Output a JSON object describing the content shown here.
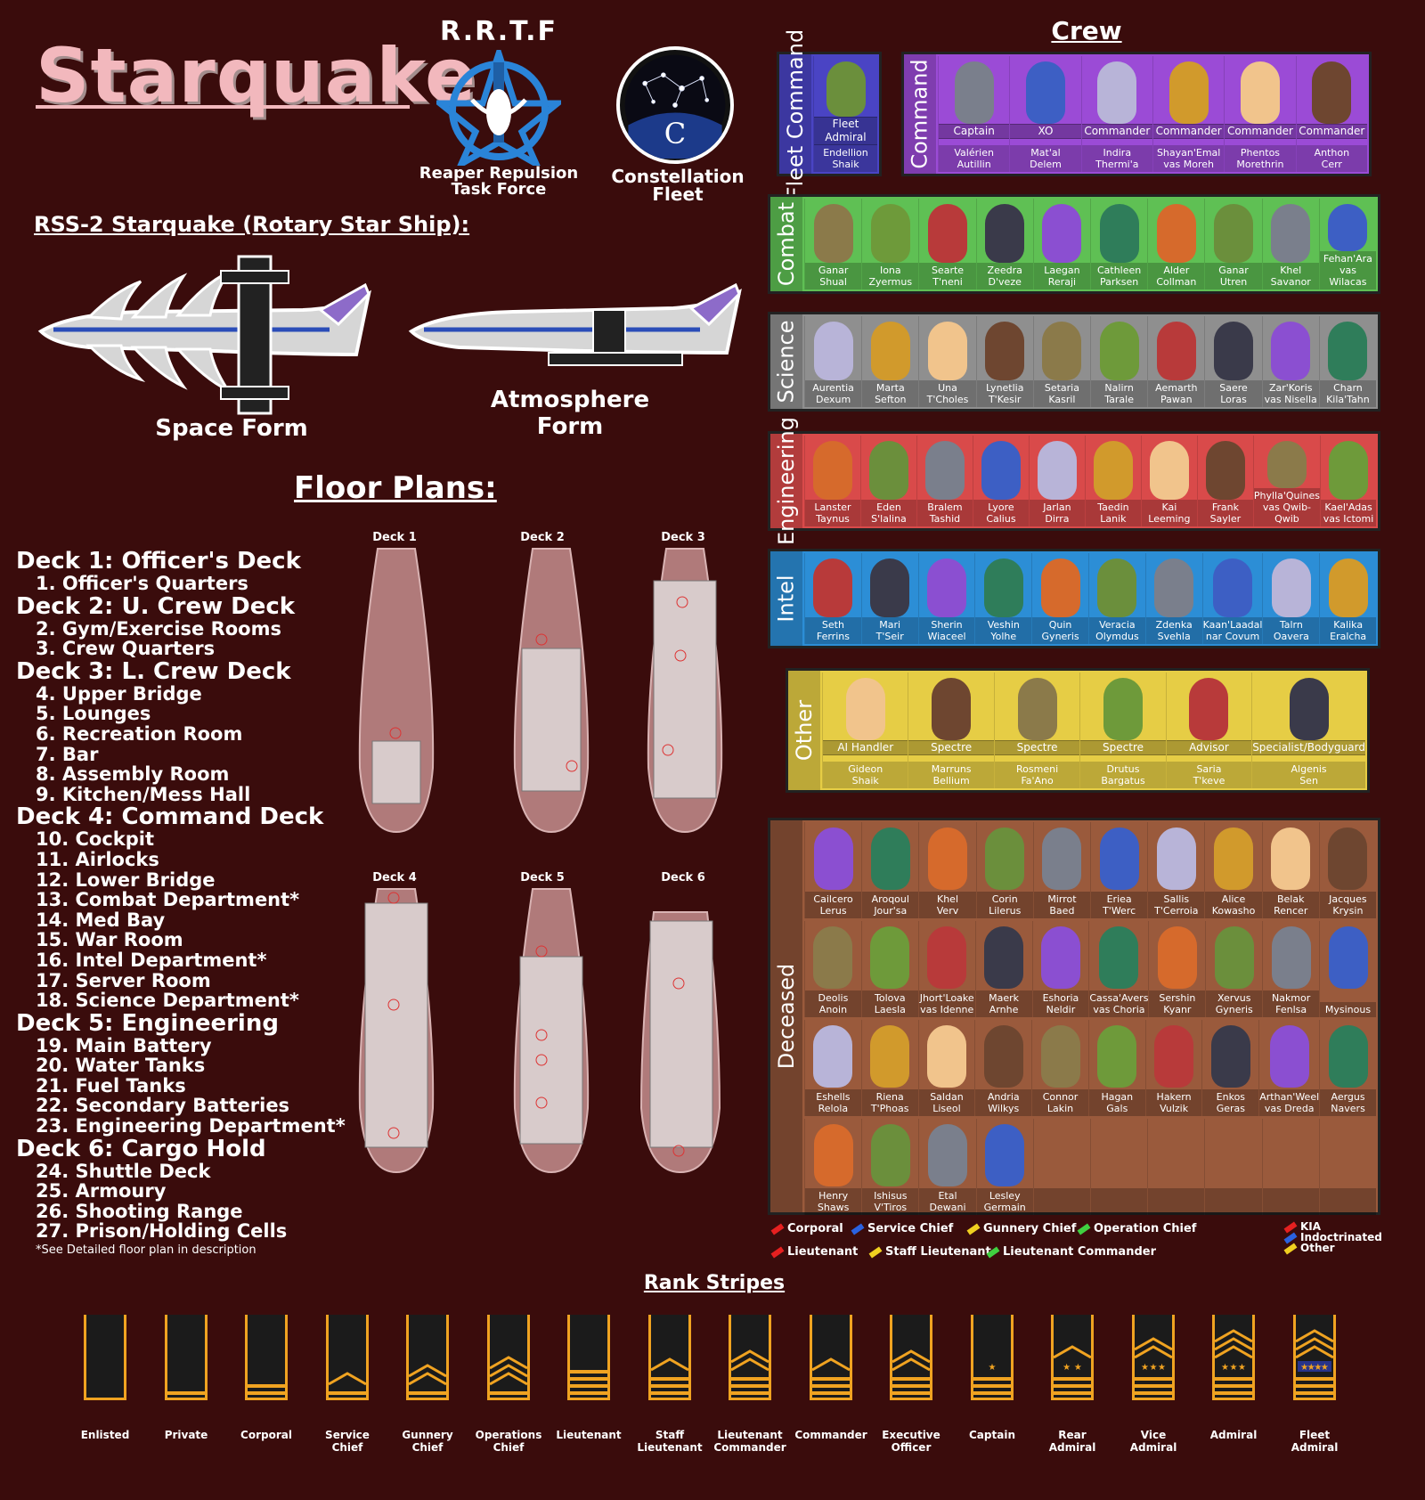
{
  "title": "Starquake",
  "rrtf": {
    "abbr": "R.R.T.F",
    "name_line1": "Reaper Repulsion",
    "name_line2": "Task Force"
  },
  "constellation": {
    "letter": "C",
    "name_line1": "Constellation",
    "name_line2": "Fleet"
  },
  "ship_title": "RSS-2 Starquake (Rotary Star Ship):",
  "space_form": "Space Form",
  "atmosphere_form": "Atmosphere Form",
  "floor_plans_title": "Floor Plans:",
  "deck_list": [
    {
      "deck": "Deck 1: Officer's Deck",
      "rooms": [
        "1. Officer's Quarters"
      ]
    },
    {
      "deck": "Deck 2: U. Crew Deck",
      "rooms": [
        "2. Gym/Exercise Rooms",
        "3. Crew Quarters"
      ]
    },
    {
      "deck": "Deck 3: L. Crew Deck",
      "rooms": [
        "4. Upper Bridge",
        "5. Lounges",
        "6. Recreation Room",
        "7. Bar",
        "8. Assembly Room",
        "9. Kitchen/Mess Hall"
      ]
    },
    {
      "deck": "Deck 4: Command Deck",
      "rooms": [
        "10. Cockpit",
        "11. Airlocks",
        "12. Lower Bridge",
        "13. Combat Department*",
        "14. Med Bay",
        "15. War Room",
        "16. Intel Department*",
        "17. Server Room",
        "18. Science Department*"
      ]
    },
    {
      "deck": "Deck 5: Engineering",
      "rooms": [
        "19. Main Battery",
        "20. Water Tanks",
        "21. Fuel Tanks",
        "22. Secondary Batteries",
        "23. Engineering Department*"
      ]
    },
    {
      "deck": "Deck 6: Cargo Hold",
      "rooms": [
        "24. Shuttle Deck",
        "25. Armoury",
        "26. Shooting Range",
        "27. Prison/Holding Cells"
      ]
    }
  ],
  "footnote": "*See Detailed floor plan in description",
  "deck_labels": [
    "Deck 1",
    "Deck 2",
    "Deck 3",
    "Deck 4",
    "Deck 5",
    "Deck 6"
  ],
  "crew_title": "Crew",
  "fleet_command": {
    "label": "Fleet Command",
    "color": "#4a44c4",
    "members": [
      {
        "rank": "Fleet Admiral",
        "name1": "Endellion",
        "name2": "Shaik"
      }
    ]
  },
  "command": {
    "label": "Command",
    "color": "#9b4bd6",
    "members": [
      {
        "rank": "Captain",
        "name1": "Valérien",
        "name2": "Autillin"
      },
      {
        "rank": "XO",
        "name1": "Mat'al",
        "name2": "Delem"
      },
      {
        "rank": "Commander",
        "name1": "Indira",
        "name2": "Thermi'a"
      },
      {
        "rank": "Commander",
        "name1": "Shayan'Emal",
        "name2": "vas Moreh"
      },
      {
        "rank": "Commander",
        "name1": "Phentos",
        "name2": "Morethrin"
      },
      {
        "rank": "Commander",
        "name1": "Anthon",
        "name2": "Cerr"
      }
    ]
  },
  "combat": {
    "label": "Combat",
    "color": "#5fc054",
    "members": [
      [
        "Ganar",
        "Shual"
      ],
      [
        "Iona",
        "Zyermus"
      ],
      [
        "Searte",
        "T'neni"
      ],
      [
        "Zeedra",
        "D'veze"
      ],
      [
        "Laegan",
        "Reraji"
      ],
      [
        "Cathleen",
        "Parksen"
      ],
      [
        "Alder",
        "Collman"
      ],
      [
        "Ganar",
        "Utren"
      ],
      [
        "Khel",
        "Savanor"
      ],
      [
        "Fehan'Ara",
        "vas Wilacas"
      ]
    ]
  },
  "science": {
    "label": "Science",
    "color": "#8f8f8f",
    "members": [
      [
        "Aurentia",
        "Dexum"
      ],
      [
        "Marta",
        "Sefton"
      ],
      [
        "Una",
        "T'Choles"
      ],
      [
        "Lynetlia",
        "T'Kesir"
      ],
      [
        "Setaria",
        "Kasril"
      ],
      [
        "Nalirn",
        "Tarale"
      ],
      [
        "Aemarth",
        "Pawan"
      ],
      [
        "Saere",
        "Loras"
      ],
      [
        "Zar'Koris",
        "vas Nisella"
      ],
      [
        "Charn",
        "Kila'Tahn"
      ]
    ]
  },
  "engineering": {
    "label": "Engineering",
    "color": "#d94a4a",
    "members": [
      [
        "Lanster",
        "Taynus"
      ],
      [
        "Eden",
        "S'lalina"
      ],
      [
        "Bralem",
        "Tashid"
      ],
      [
        "Lyore",
        "Calius"
      ],
      [
        "Jarlan",
        "Dirra"
      ],
      [
        "Taedin",
        "Lanik"
      ],
      [
        "Kai",
        "Leeming"
      ],
      [
        "Frank",
        "Sayler"
      ],
      [
        "Phylla'Quines",
        "vas Qwib-Qwib"
      ],
      [
        "Kael'Adas",
        "vas Ictomi"
      ]
    ]
  },
  "intel": {
    "label": "Intel",
    "color": "#2c8ed6",
    "members": [
      [
        "Seth",
        "Ferrins"
      ],
      [
        "Mari",
        "T'Seir"
      ],
      [
        "Sherin",
        "Wiaceel"
      ],
      [
        "Veshin",
        "Yolhe"
      ],
      [
        "Quin",
        "Gyneris"
      ],
      [
        "Veracia",
        "Olymdus"
      ],
      [
        "Zdenka",
        "Svehla"
      ],
      [
        "Kaan'Laadal",
        "nar Covum"
      ],
      [
        "Talrn",
        "Oavera"
      ],
      [
        "Kalika",
        "Eralcha"
      ]
    ]
  },
  "other": {
    "label": "Other",
    "color": "#e6cd45",
    "members": [
      {
        "rank": "AI Handler",
        "name1": "Gideon",
        "name2": "Shaik"
      },
      {
        "rank": "Spectre",
        "name1": "Marruns",
        "name2": "Bellium"
      },
      {
        "rank": "Spectre",
        "name1": "Rosmeni",
        "name2": "Fa'Ano"
      },
      {
        "rank": "Spectre",
        "name1": "Drutus",
        "name2": "Bargatus"
      },
      {
        "rank": "Advisor",
        "name1": "Saria",
        "name2": "T'keve"
      },
      {
        "rank": "Specialist/Bodyguard",
        "name1": "Algenis",
        "name2": "Sen"
      }
    ]
  },
  "deceased": {
    "label": "Deceased",
    "color": "#9a5a3c",
    "rows": [
      [
        [
          "Cailcero",
          "Lerus"
        ],
        [
          "Aroqoul",
          "Jour'sa"
        ],
        [
          "Khel",
          "Verv"
        ],
        [
          "Corin",
          "Lilerus"
        ],
        [
          "Mirrot",
          "Baed"
        ],
        [
          "Eriea",
          "T'Werc"
        ],
        [
          "Sallis",
          "T'Cerroia"
        ],
        [
          "Alice",
          "Kowasho"
        ],
        [
          "Belak",
          "Rencer"
        ],
        [
          "Jacques",
          "Krysin"
        ]
      ],
      [
        [
          "Deolis",
          "Anoin"
        ],
        [
          "Tolova",
          "Laesla"
        ],
        [
          "Jhort'Loake",
          "vas Idenne"
        ],
        [
          "Maerk",
          "Arnhe"
        ],
        [
          "Eshoria",
          "Neldir"
        ],
        [
          "Cassa'Avers",
          "vas Choria"
        ],
        [
          "Sershin",
          "Kyanr"
        ],
        [
          "Xervus",
          "Gyneris"
        ],
        [
          "Nakmor",
          "Fenlsa"
        ],
        [
          "Mysinous",
          ""
        ]
      ],
      [
        [
          "Eshells",
          "Relola"
        ],
        [
          "Riena",
          "T'Phoas"
        ],
        [
          "Saldan",
          "Liseol"
        ],
        [
          "Andria",
          "Wilkys"
        ],
        [
          "Connor",
          "Lakin"
        ],
        [
          "Hagan",
          "Gals"
        ],
        [
          "Hakern",
          "Vulzik"
        ],
        [
          "Enkos",
          "Geras"
        ],
        [
          "Arthan'Weel",
          "vas Dreda"
        ],
        [
          "Aergus",
          "Navers"
        ]
      ],
      [
        [
          "Henry",
          "Shaws"
        ],
        [
          "Ishisus",
          "V'Tiros"
        ],
        [
          "Etal",
          "Dewani"
        ],
        [
          "Lesley",
          "Germain"
        ]
      ]
    ]
  },
  "rank_legend": {
    "left": [
      {
        "label": "Corporal",
        "color": "#e62020"
      },
      {
        "label": "Service Chief",
        "color": "#2a62e0"
      },
      {
        "label": "Gunnery Chief",
        "color": "#f0d020"
      },
      {
        "label": "Operation Chief",
        "color": "#40d040"
      },
      {
        "label": "Lieutenant",
        "color": "#e62020"
      },
      {
        "label": "Staff Lieutenant",
        "color": "#f0d020"
      },
      {
        "label": "Lieutenant Commander",
        "color": "#40d040"
      }
    ],
    "status": [
      {
        "label": "KIA",
        "color": "#e62020"
      },
      {
        "label": "Indoctrinated",
        "color": "#2a62e0"
      },
      {
        "label": "Other",
        "color": "#f0d020"
      }
    ]
  },
  "rank_stripes_title": "Rank Stripes",
  "rank_stripes": [
    {
      "line1": "Enlisted",
      "line2": "",
      "bars": 0,
      "chevrons": 0,
      "stars": 0
    },
    {
      "line1": "Private",
      "line2": "",
      "bars": 1,
      "chevrons": 0,
      "stars": 0
    },
    {
      "line1": "Corporal",
      "line2": "",
      "bars": 2,
      "chevrons": 0,
      "stars": 0
    },
    {
      "line1": "Service",
      "line2": "Chief",
      "bars": 1,
      "chevrons": 1,
      "stars": 0
    },
    {
      "line1": "Gunnery",
      "line2": "Chief",
      "bars": 1,
      "chevrons": 2,
      "stars": 0
    },
    {
      "line1": "Operations",
      "line2": "Chief",
      "bars": 1,
      "chevrons": 3,
      "stars": 0
    },
    {
      "line1": "Lieutenant",
      "line2": "",
      "bars": 4,
      "chevrons": 0,
      "stars": 0
    },
    {
      "line1": "Staff",
      "line2": "Lieutenant",
      "bars": 3,
      "chevrons": 1,
      "stars": 0
    },
    {
      "line1": "Lieutenant",
      "line2": "Commander",
      "bars": 3,
      "chevrons": 2,
      "stars": 0
    },
    {
      "line1": "Commander",
      "line2": "",
      "bars": 3,
      "chevrons": 1,
      "stars": 0
    },
    {
      "line1": "Executive",
      "line2": "Officer",
      "bars": 3,
      "chevrons": 2,
      "stars": 0
    },
    {
      "line1": "Captain",
      "line2": "",
      "bars": 3,
      "chevrons": 0,
      "stars": 1
    },
    {
      "line1": "Rear",
      "line2": "Admiral",
      "bars": 3,
      "chevrons": 1,
      "stars": 2
    },
    {
      "line1": "Vice",
      "line2": "Admiral",
      "bars": 3,
      "chevrons": 2,
      "stars": 3
    },
    {
      "line1": "Admiral",
      "line2": "",
      "bars": 3,
      "chevrons": 3,
      "stars": 3
    },
    {
      "line1": "Fleet",
      "line2": "Admiral",
      "bars": 3,
      "chevrons": 3,
      "stars": 4
    }
  ]
}
